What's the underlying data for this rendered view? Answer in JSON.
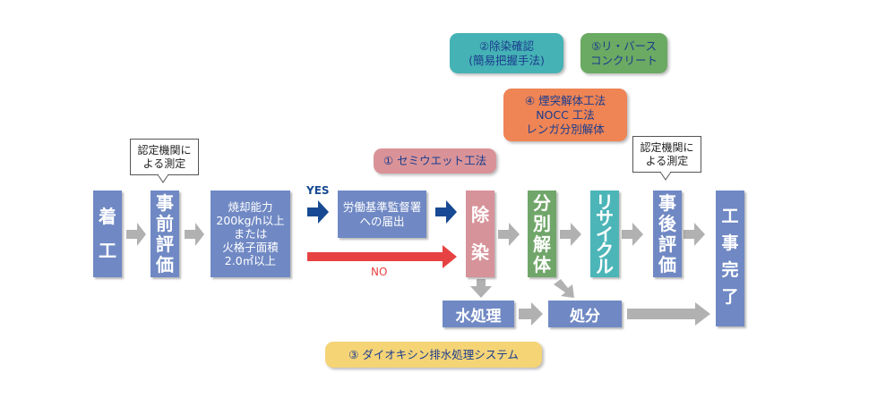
{
  "colors": {
    "blue_box": "#7089c4",
    "pink_box": "#d7939a",
    "green_box": "#71a66a",
    "teal_box": "#4cb5b8",
    "gray_arrow": "#b1b1b1",
    "navy_arrow": "#174a92",
    "red_arrow": "#e74242",
    "label_teal": "#45b2b5",
    "label_green": "#6aaa62",
    "label_orange": "#ef8454",
    "label_pink": "#d99398",
    "label_yellow": "#f5d476",
    "label_text_blue": "#1b3c8e"
  },
  "labels": {
    "decontam_check": [
      "②除染確認",
      "(簡易把握手法)"
    ],
    "reverse_concrete": [
      "⑤リ・バース",
      "コンクリート"
    ],
    "chimney_method": [
      "④ 煙突解体工法",
      "NOCC 工法",
      "レンガ分別解体"
    ],
    "semi_wet": "① セミウエット工法",
    "dioxin_system": "③  ダイオキシン排水処理システム"
  },
  "callouts": {
    "pre_measure": [
      "認定機関に",
      "よる測定"
    ],
    "post_measure": [
      "認定機関に",
      "よる測定"
    ]
  },
  "steps": {
    "start": [
      "着",
      "工"
    ],
    "pre_eval": [
      "事",
      "前",
      "評",
      "価"
    ],
    "condition": [
      "焼却能力",
      "200kg/h以上",
      "または",
      "火格子面積",
      "2.0㎡以上"
    ],
    "notify": [
      "労働基準監督署",
      "への届出"
    ],
    "decontam": [
      "除",
      "染"
    ],
    "dismantle": [
      "分",
      "別",
      "解",
      "体"
    ],
    "recycle": [
      "リ",
      "サ",
      "イ",
      "ク",
      "ル"
    ],
    "post_eval": [
      "事",
      "後",
      "評",
      "価"
    ],
    "complete": [
      "工",
      "事",
      "完",
      "了"
    ],
    "water": "水処理",
    "disposal": "処分"
  },
  "branches": {
    "yes": "YES",
    "no": "NO"
  }
}
